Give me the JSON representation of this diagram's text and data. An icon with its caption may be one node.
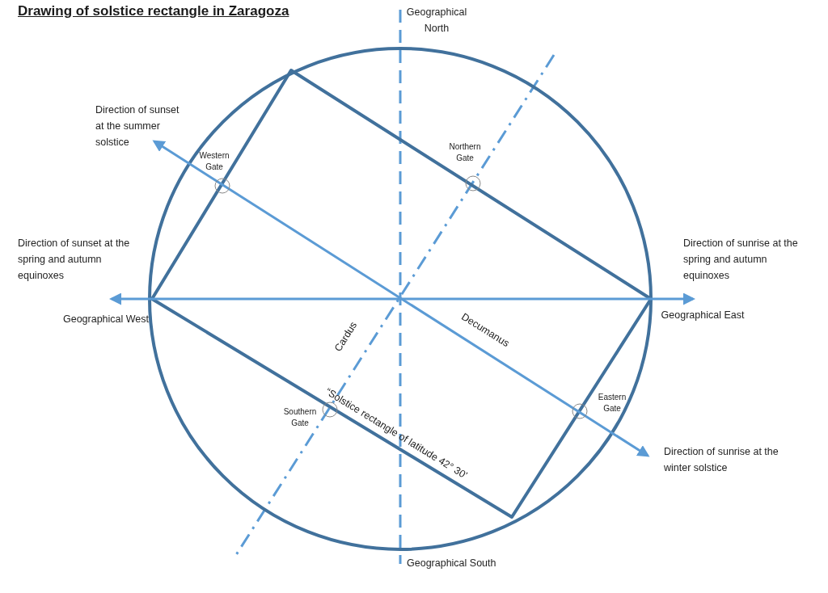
{
  "diagram": {
    "title": "Drawing of solstice rectangle in Zaragoza",
    "labels": [
      "Geographical North",
      "Direction of sunset at the summer solstice",
      "Western Gate",
      "Northern Gate",
      "Direction of sunset at the spring and autumn equinoxes",
      "Direction of sunrise at the spring and autumn equinoxes",
      "Geographical West",
      "Geographical East",
      "Cardus",
      "Decumanus",
      "Eastern Gate",
      "Southern Gate",
      "“Solstice rectangle of latitude 42° 30’",
      "Direction of sunrise at the winter solstice",
      "Geographical South"
    ]
  }
}
